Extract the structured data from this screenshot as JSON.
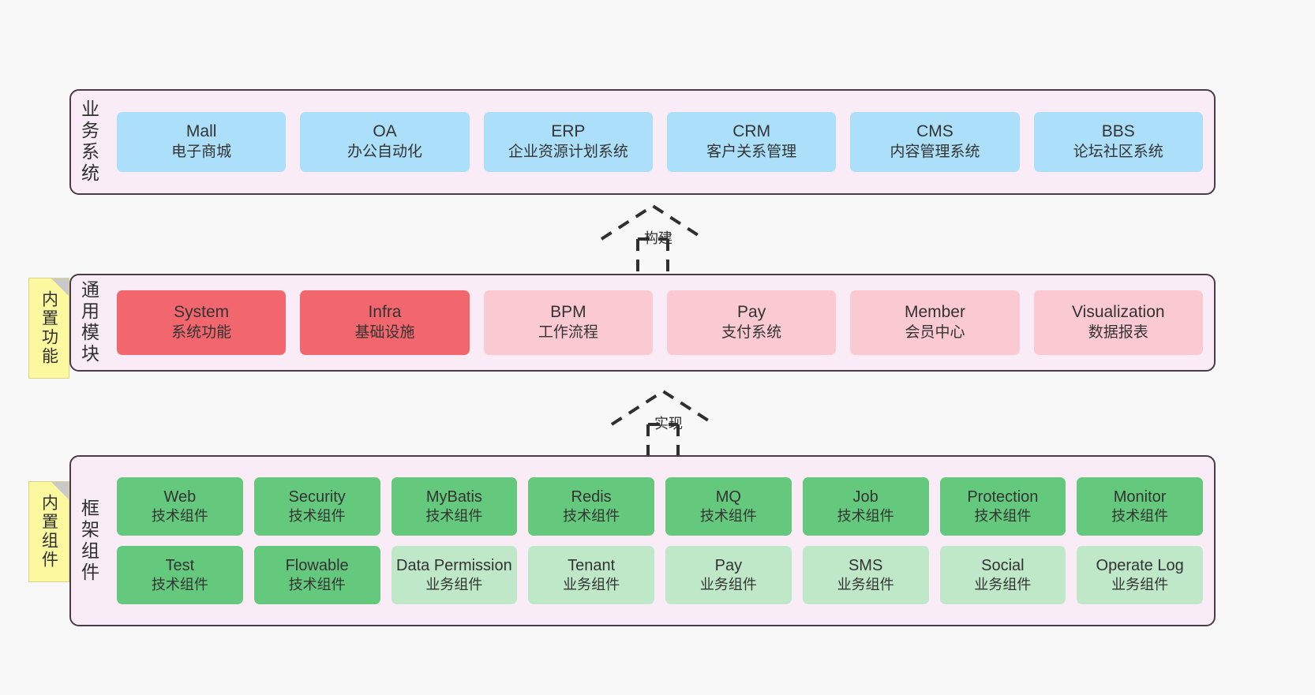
{
  "rows": {
    "business": {
      "label": "业务系统",
      "cards": [
        {
          "en": "Mall",
          "cn": "电子商城"
        },
        {
          "en": "OA",
          "cn": "办公自动化"
        },
        {
          "en": "ERP",
          "cn": "企业资源计划系统"
        },
        {
          "en": "CRM",
          "cn": "客户关系管理"
        },
        {
          "en": "CMS",
          "cn": "内容管理系统"
        },
        {
          "en": "BBS",
          "cn": "论坛社区系统"
        }
      ]
    },
    "modules": {
      "label": "通用模块",
      "sticky": "内置功能",
      "cards": [
        {
          "en": "System",
          "cn": "系统功能"
        },
        {
          "en": "Infra",
          "cn": "基础设施"
        },
        {
          "en": "BPM",
          "cn": "工作流程"
        },
        {
          "en": "Pay",
          "cn": "支付系统"
        },
        {
          "en": "Member",
          "cn": "会员中心"
        },
        {
          "en": "Visualization",
          "cn": "数据报表"
        }
      ]
    },
    "framework": {
      "label": "框架组件",
      "sticky": "内置组件",
      "row1": [
        {
          "en": "Web",
          "cn": "技术组件"
        },
        {
          "en": "Security",
          "cn": "技术组件"
        },
        {
          "en": "MyBatis",
          "cn": "技术组件"
        },
        {
          "en": "Redis",
          "cn": "技术组件"
        },
        {
          "en": "MQ",
          "cn": "技术组件"
        },
        {
          "en": "Job",
          "cn": "技术组件"
        },
        {
          "en": "Protection",
          "cn": "技术组件"
        },
        {
          "en": "Monitor",
          "cn": "技术组件"
        }
      ],
      "row2": [
        {
          "en": "Test",
          "cn": "技术组件"
        },
        {
          "en": "Flowable",
          "cn": "技术组件"
        },
        {
          "en": "Data Permission",
          "cn": "业务组件"
        },
        {
          "en": "Tenant",
          "cn": "业务组件"
        },
        {
          "en": "Pay",
          "cn": "业务组件"
        },
        {
          "en": "SMS",
          "cn": "业务组件"
        },
        {
          "en": "Social",
          "cn": "业务组件"
        },
        {
          "en": "Operate Log",
          "cn": "业务组件"
        }
      ]
    }
  },
  "connectors": {
    "build": "构建",
    "implement": "实现"
  },
  "colors": {
    "panel_fill": "#f9ecf6",
    "panel_border": "#4a3b46",
    "business_card": "#ace0fa",
    "module_core": "#f2666e",
    "module_optional": "#fbc9d1",
    "tech_component": "#64c97c",
    "biz_component": "#bfe8c8",
    "sticky_note": "#fcf8a0",
    "canvas": "#f8f8f8"
  }
}
